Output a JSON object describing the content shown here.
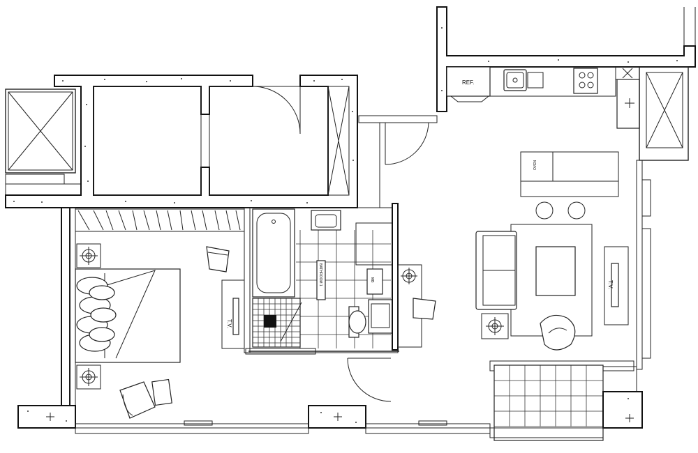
{
  "labels": {
    "ref": "REF.",
    "tv_bedroom": "T.V.",
    "tv_living": "T.V.",
    "bathroom_note": "BATHROOM 1",
    "oven": "OVEN",
    "mini_bar": "MB"
  }
}
